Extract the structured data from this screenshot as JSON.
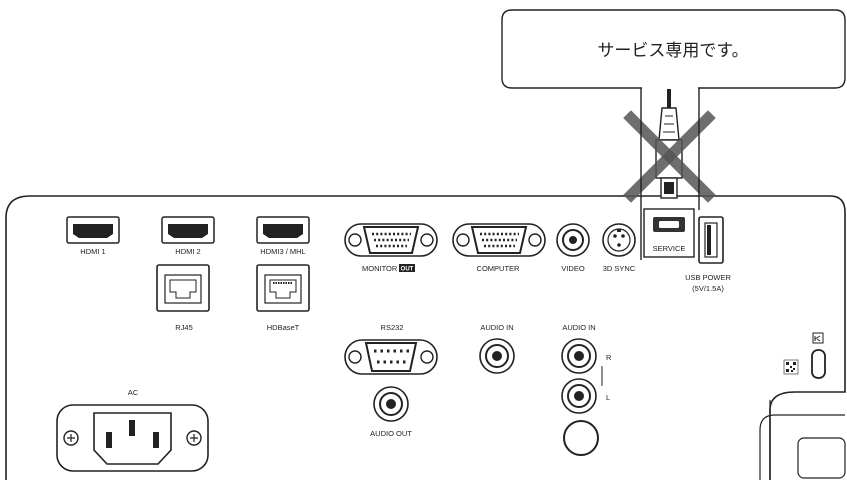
{
  "callout": {
    "text": "サービス専用です。"
  },
  "ports": {
    "hdmi1": "HDMI 1",
    "hdmi2": "HDMI 2",
    "hdmi3": "HDMI3 / MHL",
    "rj45": "RJ45",
    "hdbaset": "HDBaseT",
    "monitor_prefix": "MONITOR",
    "monitor_badge": "OUT",
    "computer": "COMPUTER",
    "video": "VIDEO",
    "sync3d": "3D SYNC",
    "service": "SERVICE",
    "usb_power_1": "USB POWER",
    "usb_power_2": "(5V/1.5A)",
    "rs232": "RS232",
    "audio_in_1": "AUDIO IN",
    "audio_in_2": "AUDIO IN",
    "audio_r": "R",
    "audio_l": "L",
    "audio_out": "AUDIO OUT",
    "ac": "AC"
  },
  "colors": {
    "stroke": "#222222",
    "cross": "#555555",
    "service_fill": "#333333"
  }
}
